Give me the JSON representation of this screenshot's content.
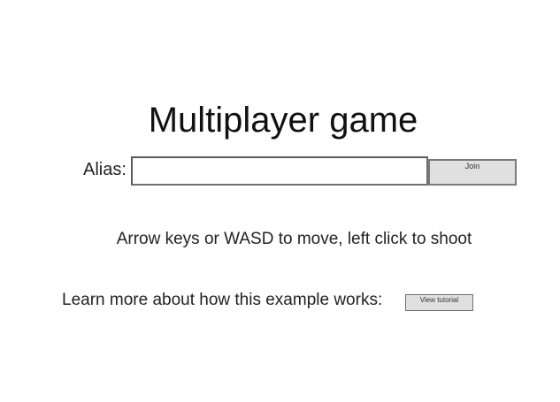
{
  "page": {
    "title": "Multiplayer game"
  },
  "join_form": {
    "alias_label": "Alias:",
    "alias_value": "",
    "alias_placeholder": "",
    "join_label": "Join"
  },
  "instructions": {
    "text": "Arrow keys or WASD to move, left click to shoot"
  },
  "learn_more": {
    "text": "Learn more about how this example works:",
    "button_label": "View tutorial"
  },
  "colors": {
    "background": "#ffffff",
    "text": "#111111",
    "button_bg": "#e0e0e0",
    "button_border": "#7a7a7a"
  }
}
